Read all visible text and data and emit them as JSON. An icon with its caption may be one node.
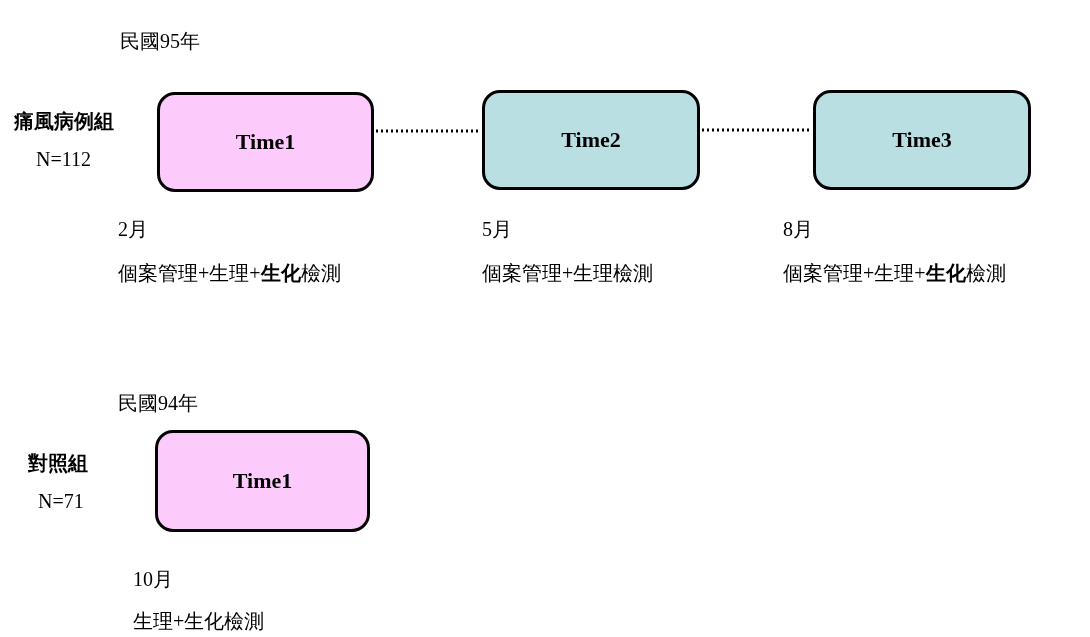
{
  "diagram": {
    "nodes": [
      {
        "text": [
          "Time1"
        ],
        "beside": [
          "2月",
          "個案管理+生理+**生化**檢測"
        ]
      },
      {
        "text": [
          "Time2"
        ],
        "beside": [
          "5月",
          "個案管理+生理檢測"
        ]
      },
      {
        "text": [
          "Time3"
        ],
        "beside": [
          "8月",
          "個案管理+生理+**生化**檢測"
        ]
      },
      {
        "text": [
          "Time1"
        ],
        "beside": [
          "10月",
          "生理+生化檢測"
        ]
      }
    ],
    "edges": [
      {
        "from": 0,
        "to": 1,
        "arrow": "none",
        "style": "dashed"
      },
      {
        "from": 1,
        "to": 2,
        "arrow": "none",
        "style": "dashed"
      }
    ],
    "labels": [
      "民國95年",
      "痛風病例組",
      "N=112",
      "民國94年",
      "對照組",
      "N=71"
    ]
  }
}
